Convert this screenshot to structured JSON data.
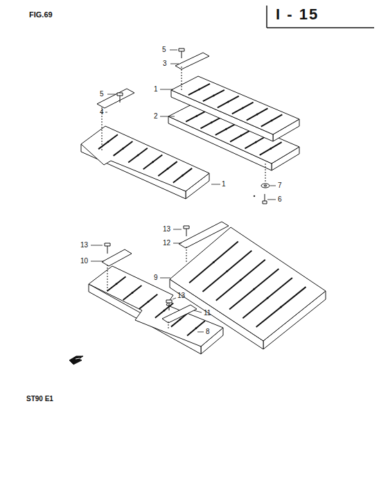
{
  "diagram": {
    "labels": [
      "FIG.69",
      "I - 15",
      "5",
      "3",
      "5",
      "4",
      "1",
      "2",
      "1",
      "7",
      "6",
      "13",
      "12",
      "13",
      "10",
      "9",
      "13",
      "11",
      "8",
      "ST90 E1"
    ]
  }
}
